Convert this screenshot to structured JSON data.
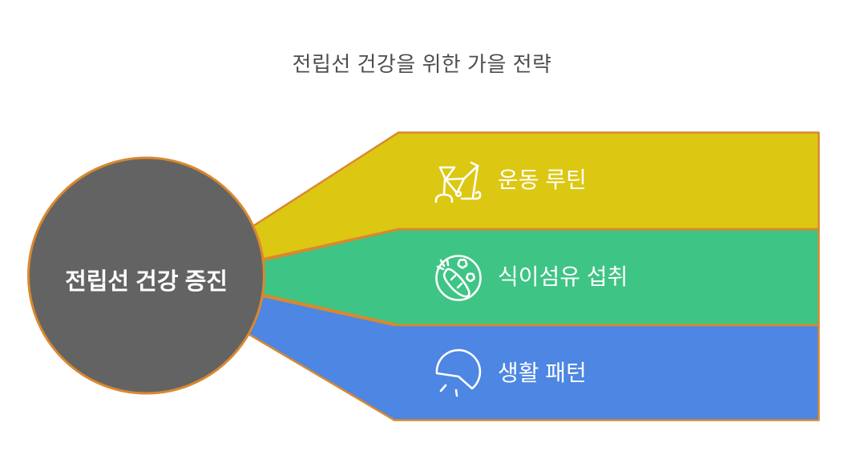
{
  "title": "전립선 건강을 위한 가을 전략",
  "hub": {
    "label": "전립선 건강 증진",
    "fill": "#636363"
  },
  "branches": [
    {
      "label": "운동 루틴",
      "icon": "exercise-bike-icon",
      "color": "#dcc713"
    },
    {
      "label": "식이섬유 섭취",
      "icon": "vegetables-icon",
      "color": "#3ec484"
    },
    {
      "label": "생활 패턴",
      "icon": "clock-icon",
      "color": "#4d86e3"
    }
  ],
  "colors": {
    "outline": "#d9882f",
    "background": "#ffffff",
    "title_text": "#4e4e4e",
    "label_text": "#ffffff"
  }
}
